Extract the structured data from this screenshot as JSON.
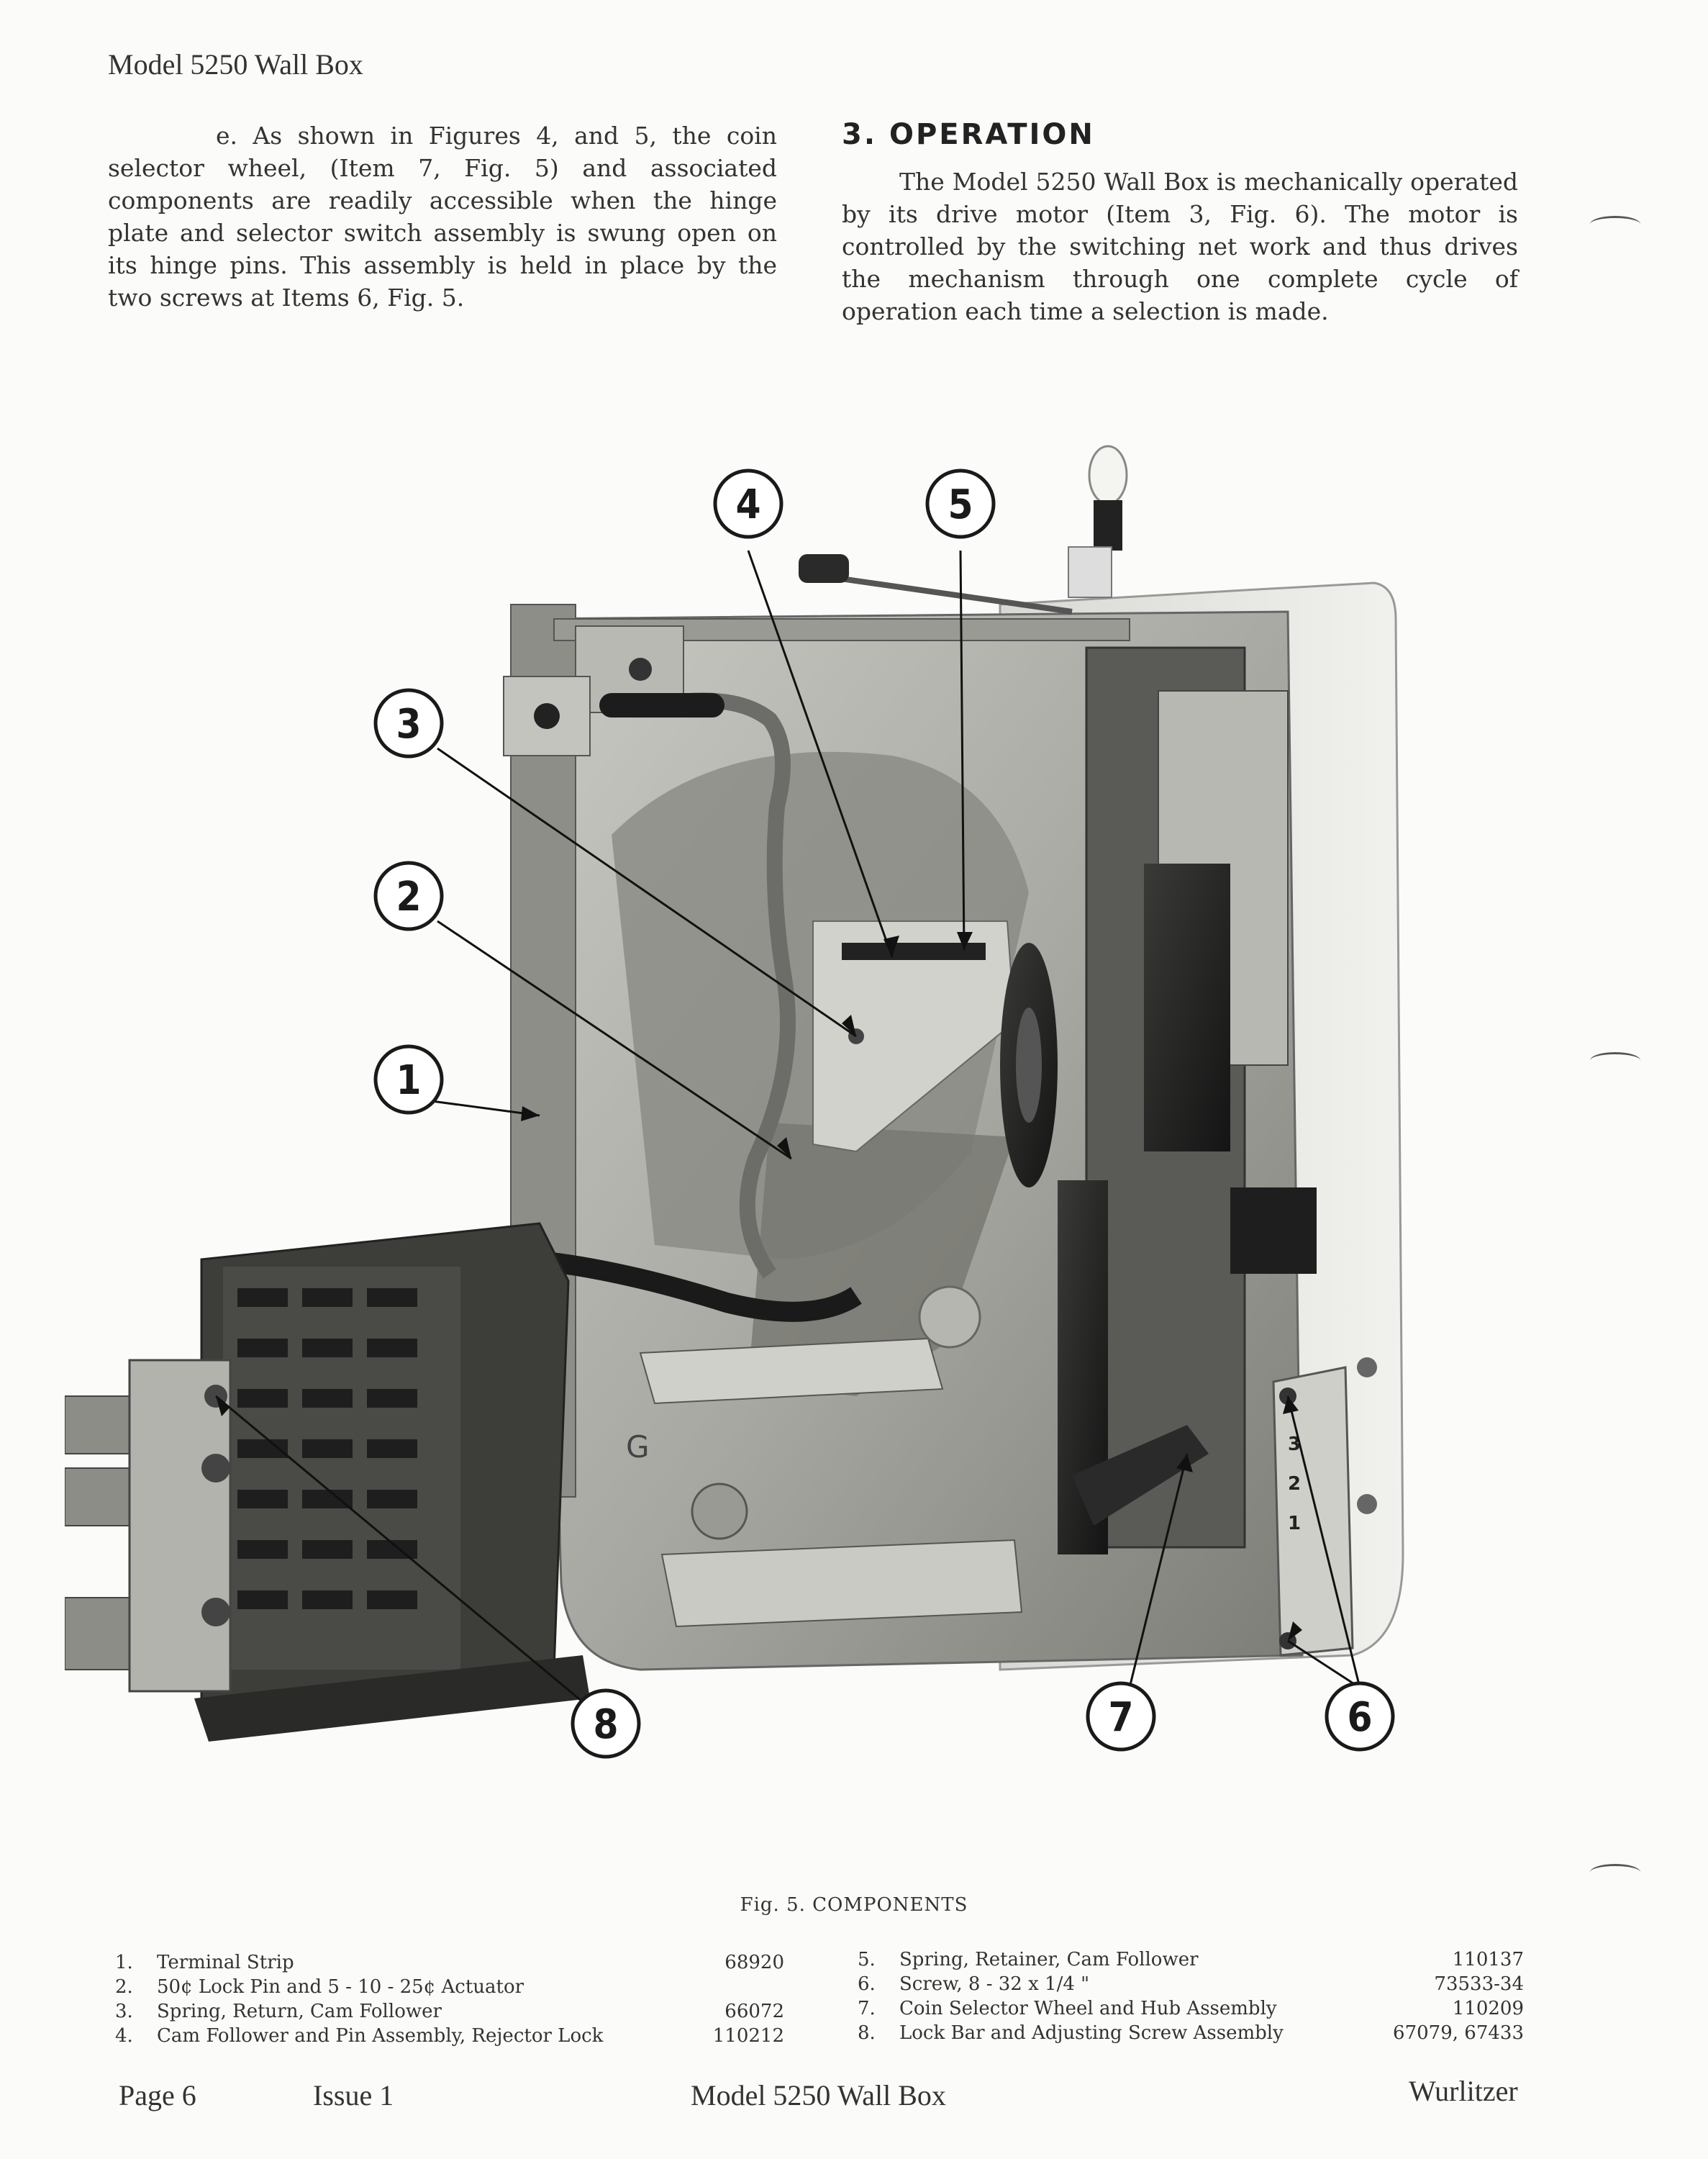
{
  "header": {
    "title": "Model 5250 Wall Box"
  },
  "left_paragraph": "e.  As shown in Figures 4, and 5, the coin selector wheel, (Item 7, Fig. 5) and associated components are readily accessible when the hinge plate and selector switch assembly is swung open on its hinge pins. This assembly is held in place by the two screws at Items 6, Fig. 5.",
  "operation": {
    "heading": "3. OPERATION",
    "text": "The Model 5250 Wall Box is mechanically operated by its drive motor (Item 3, Fig. 6). The motor is controlled by the switching net work and thus drives the mechanism through one complete cycle of operation each time a selection is made."
  },
  "figure": {
    "caption": "Fig. 5.  COMPONENTS",
    "callouts": [
      "1",
      "2",
      "3",
      "4",
      "5",
      "6",
      "7",
      "8"
    ],
    "selector_numbers": [
      "3",
      "2",
      "1"
    ],
    "plate_mark": "G"
  },
  "parts_left": [
    {
      "num": "1.",
      "name": "Terminal Strip",
      "part": "68920"
    },
    {
      "num": "2.",
      "name": "50¢ Lock Pin and 5 - 10 - 25¢ Actuator",
      "part": ""
    },
    {
      "num": "3.",
      "name": "Spring, Return, Cam Follower",
      "part": "66072"
    },
    {
      "num": "4.",
      "name": "Cam Follower and Pin Assembly, Rejector Lock",
      "part": "110212"
    }
  ],
  "parts_right": [
    {
      "num": "5.",
      "name": "Spring, Retainer, Cam Follower",
      "part": "110137"
    },
    {
      "num": "6.",
      "name": "Screw, 8 - 32 x 1/4 \"",
      "part": "73533-34"
    },
    {
      "num": "7.",
      "name": "Coin Selector Wheel and Hub Assembly",
      "part": "110209"
    },
    {
      "num": "8.",
      "name": "Lock Bar and Adjusting Screw Assembly",
      "part": "67079, 67433"
    }
  ],
  "footer": {
    "page": "Page  6",
    "issue": "Issue 1",
    "model": "Model 5250 Wall Box",
    "brand": "Wurlitzer"
  }
}
